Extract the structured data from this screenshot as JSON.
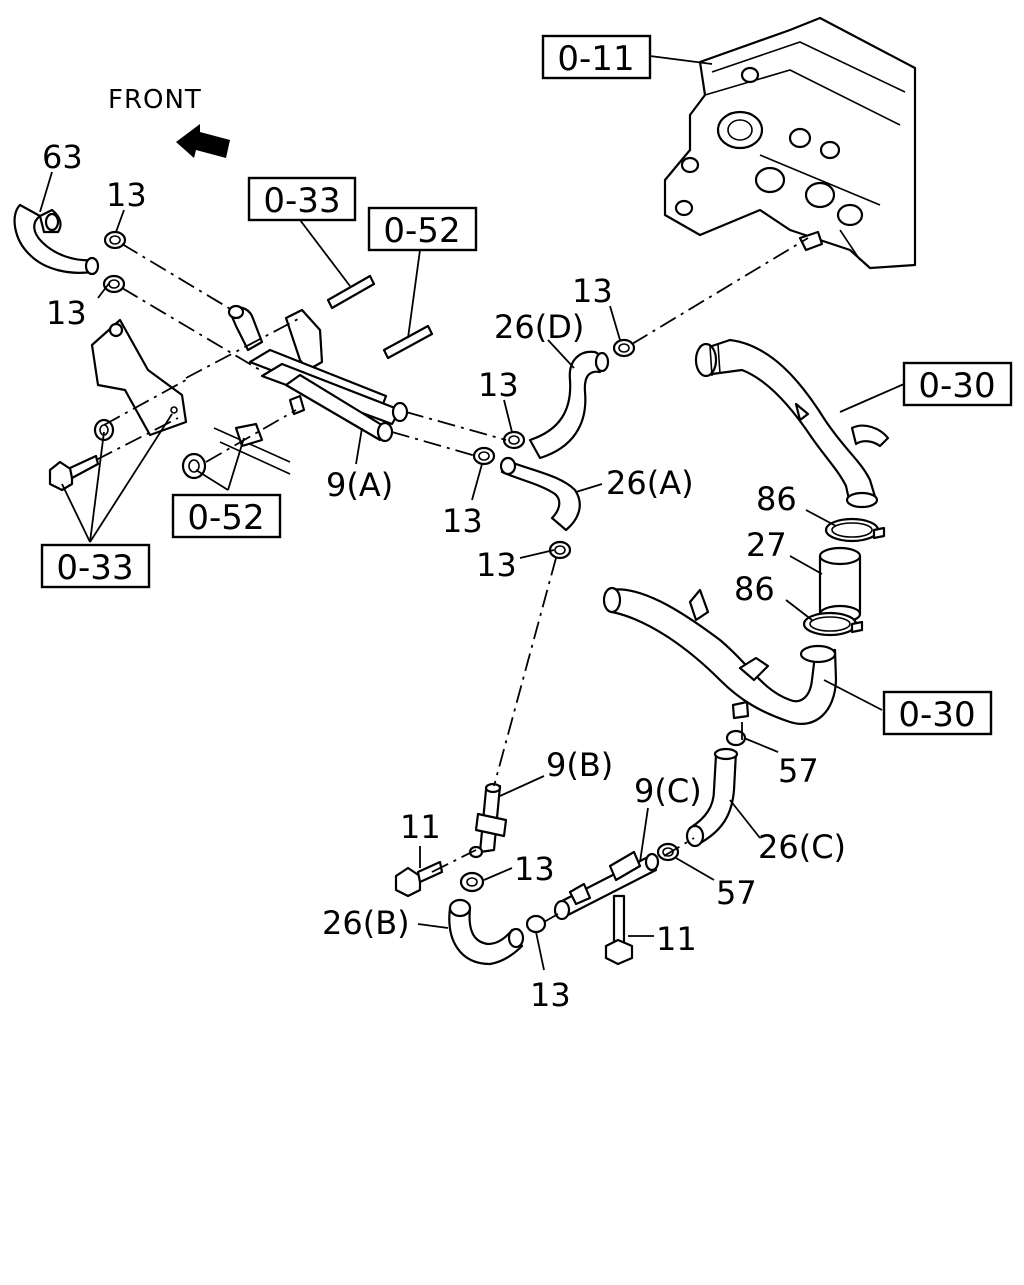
{
  "front_label": "FRONT",
  "reference_boxes": [
    {
      "id": "ref-0-11",
      "text": "0-11"
    },
    {
      "id": "ref-0-33-top",
      "text": "0-33"
    },
    {
      "id": "ref-0-52-top",
      "text": "0-52"
    },
    {
      "id": "ref-0-52-bottom",
      "text": "0-52"
    },
    {
      "id": "ref-0-33-bottom",
      "text": "0-33"
    },
    {
      "id": "ref-0-30-top",
      "text": "0-30"
    },
    {
      "id": "ref-0-30-bottom",
      "text": "0-30"
    }
  ],
  "callouts": [
    {
      "id": "callout-63",
      "text": "63"
    },
    {
      "id": "callout-13-a",
      "text": "13"
    },
    {
      "id": "callout-13-b",
      "text": "13"
    },
    {
      "id": "callout-13-c",
      "text": "13"
    },
    {
      "id": "callout-26d",
      "text": "26(D)"
    },
    {
      "id": "callout-13-d",
      "text": "13"
    },
    {
      "id": "callout-9a",
      "text": "9(A)"
    },
    {
      "id": "callout-13-e",
      "text": "13"
    },
    {
      "id": "callout-26a",
      "text": "26(A)"
    },
    {
      "id": "callout-13-f",
      "text": "13"
    },
    {
      "id": "callout-86-top",
      "text": "86"
    },
    {
      "id": "callout-27",
      "text": "27"
    },
    {
      "id": "callout-86-bottom",
      "text": "86"
    },
    {
      "id": "callout-57-top",
      "text": "57"
    },
    {
      "id": "callout-9b",
      "text": "9(B)"
    },
    {
      "id": "callout-9c",
      "text": "9(C)"
    },
    {
      "id": "callout-26c",
      "text": "26(C)"
    },
    {
      "id": "callout-11-left",
      "text": "11"
    },
    {
      "id": "callout-13-g",
      "text": "13"
    },
    {
      "id": "callout-57-bottom",
      "text": "57"
    },
    {
      "id": "callout-26b",
      "text": "26(B)"
    },
    {
      "id": "callout-11-right",
      "text": "11"
    },
    {
      "id": "callout-13-h",
      "text": "13"
    }
  ]
}
